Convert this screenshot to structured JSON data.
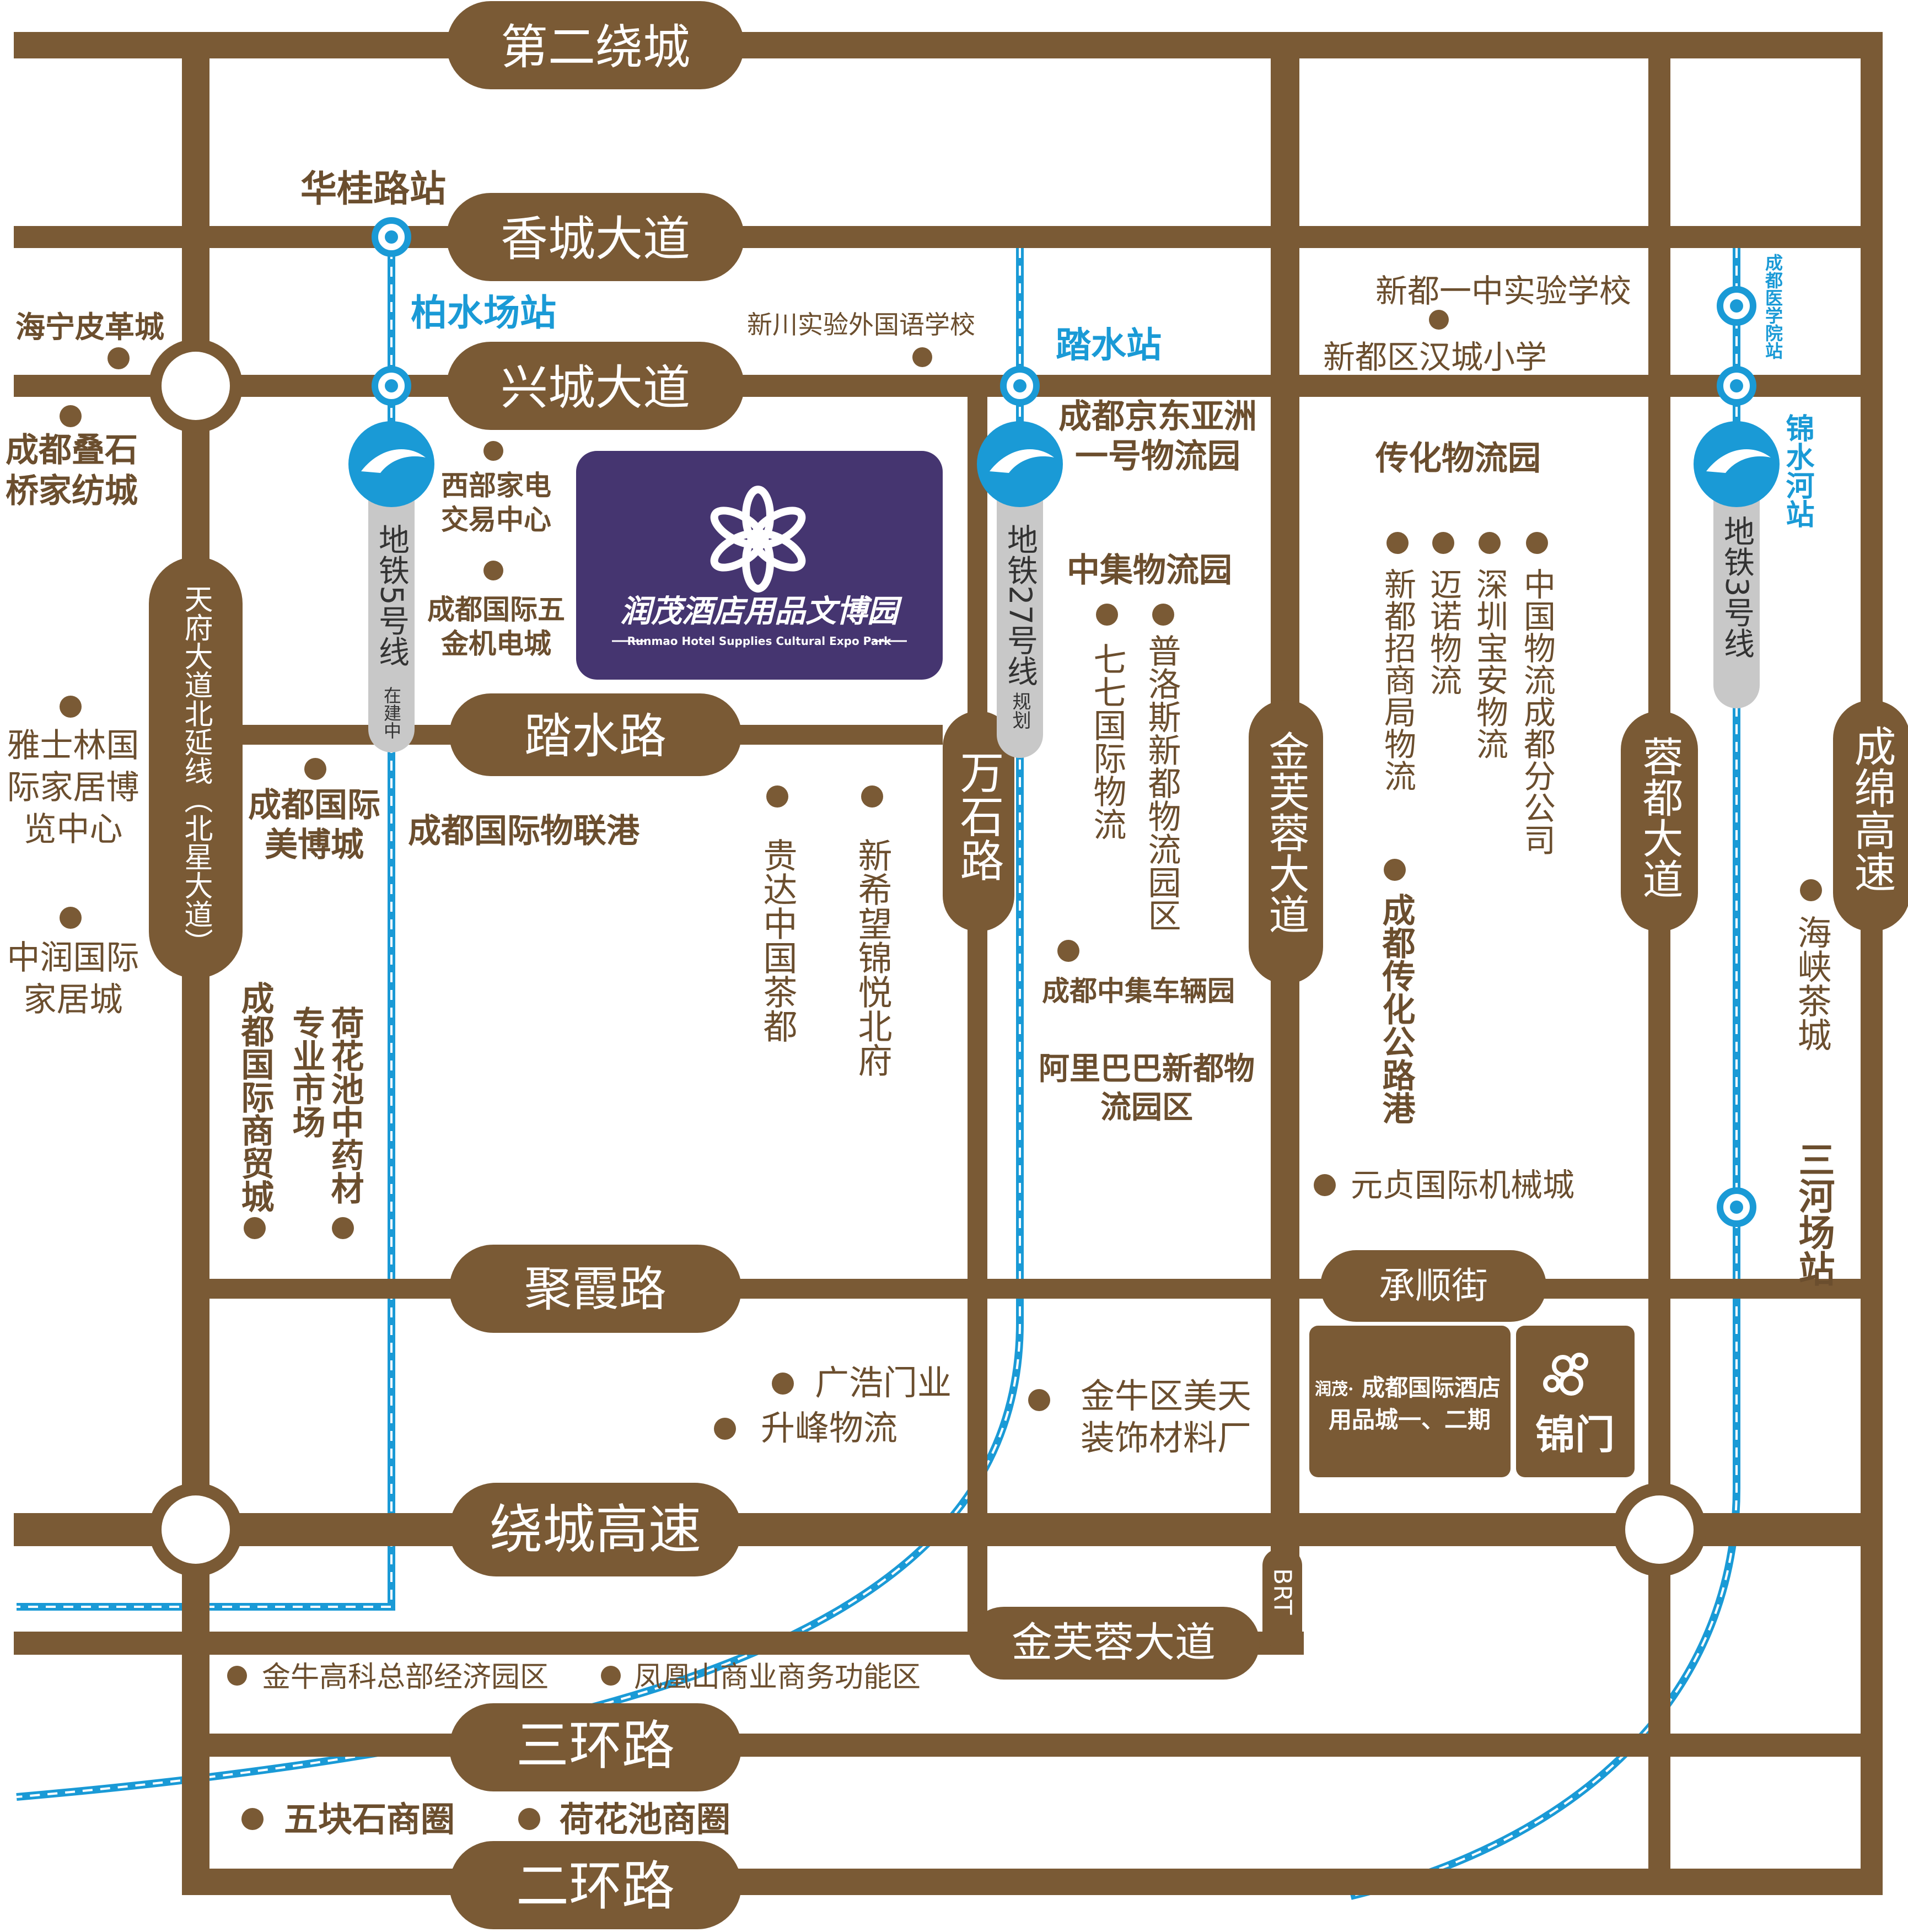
{
  "colors": {
    "road": "#7a5a35",
    "metro": "#1a9ad6",
    "logo_bg": "#453570",
    "poi_text": "#6b4e2e",
    "metro_pill": "#c8c8c8"
  },
  "roads": {
    "r1": "第二绕城",
    "r2": "香城大道",
    "r3": "兴城大道",
    "r4": "踏水路",
    "r5": "聚霞路",
    "r6": "承顺街",
    "r7": "绕城高速",
    "r8": "金芙蓉大道",
    "r9": "三环路",
    "r10": "二环路",
    "v1": "天府大道北延线（北星大道）",
    "v2": "万石路",
    "v3": "金芙蓉大道",
    "v4": "蓉都大道",
    "v5": "成绵高速",
    "brt": "BRT"
  },
  "metro": {
    "line5": "地铁5号线",
    "line5_note": "在建中",
    "line27": "地铁27号线",
    "line27_note": "规划",
    "line3": "地铁3号线"
  },
  "stations": {
    "s1": "华桂路站",
    "s2": "柏水场站",
    "s3": "踏水站",
    "s4": "成都医学院站",
    "s5": "锦水河站",
    "s6": "三河场站"
  },
  "logo": {
    "name": "润茂酒店用品文博园",
    "subtitle": "Runmao Hotel Supplies Cultural Expo Park"
  },
  "box": {
    "line1_prefix": "润茂·",
    "line1": "成都国际酒店",
    "line2": "用品城一、二期",
    "brand": "锦门"
  },
  "pois": {
    "p01": "海宁皮革城",
    "p02": "成都叠石桥家纺城",
    "p03": "雅士林国际家居博览中心",
    "p04": "中润国际家居城",
    "p05": "新川实验外国语学校",
    "p06": "西部家电交易中心",
    "p07": "成都国际五金机电城",
    "p08": "成都国际美博城",
    "p09": "成都国际物联港",
    "p10": "成都国际商贸城",
    "p11": "荷花池中药材专业市场",
    "p12": "贵达中国茶都",
    "p13": "新希望锦悦北府",
    "p14": "成都京东亚洲一号物流园",
    "p15": "中集物流园",
    "p16": "七七国际物流",
    "p17": "普洛斯新都物流园区",
    "p18": "成都中集车辆园",
    "p19": "阿里巴巴新都物流园区",
    "p20": "新都一中实验学校",
    "p21": "新都区汉城小学",
    "p22": "传化物流园",
    "p23": "新都招商局物流",
    "p24": "迈诺物流",
    "p25": "深圳宝安物流",
    "p26": "中国物流成都分公司",
    "p27": "成都传化公路港",
    "p28": "元贞国际机械城",
    "p29": "海峡茶城",
    "p30": "广浩门业",
    "p31": "升峰物流",
    "p32": "金牛区美天装饰材料厂",
    "p33": "金牛高科总部经济园区",
    "p34": "凤凰山商业商务功能区",
    "p35": "五块石商圈",
    "p36": "荷花池商圈"
  }
}
